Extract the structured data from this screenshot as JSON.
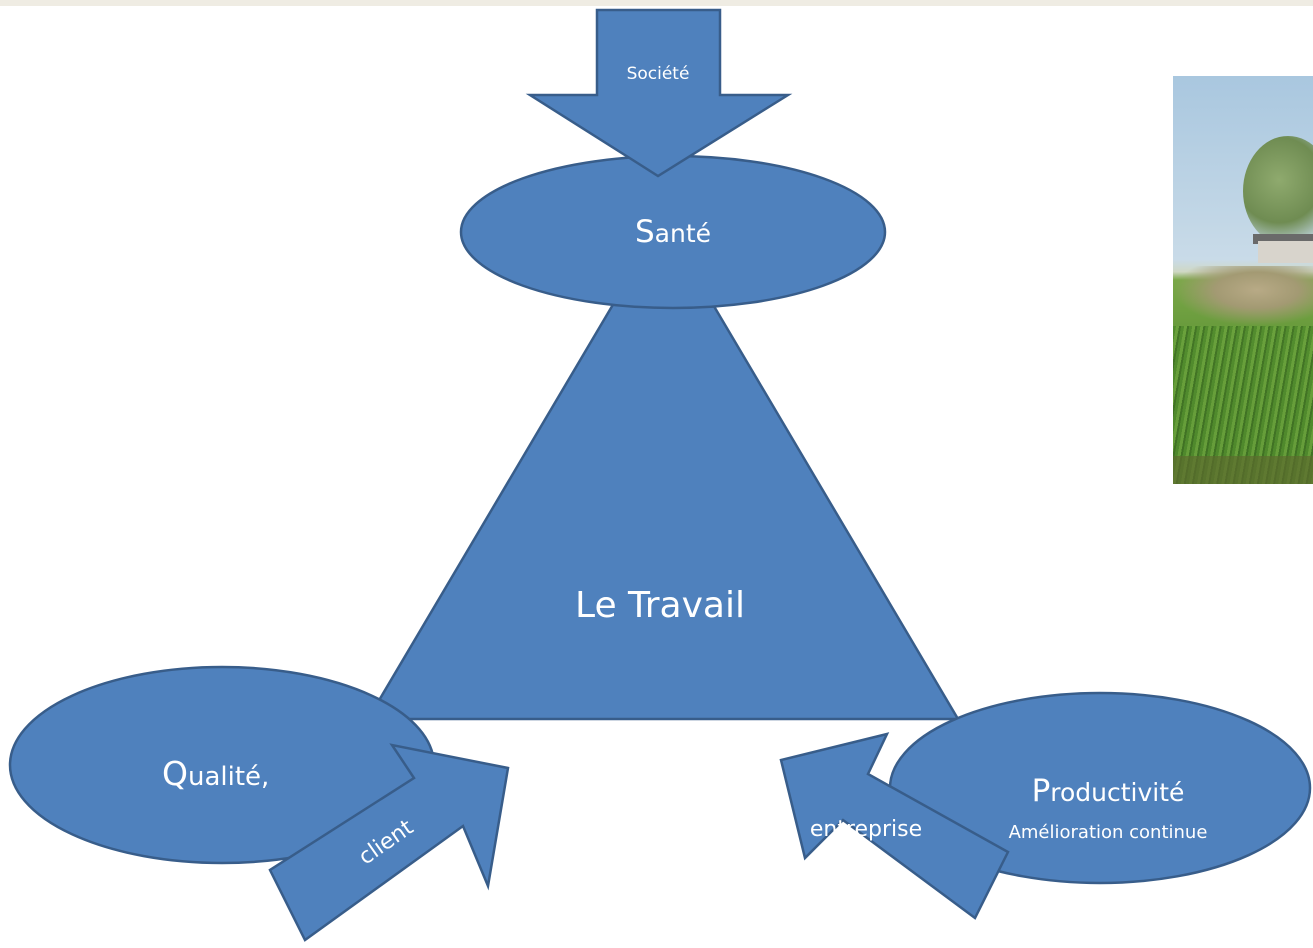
{
  "diagram": {
    "center": {
      "label": "Le Travail"
    },
    "top": {
      "node_cap": "S",
      "node_rest": "anté",
      "arrow_label": "Société"
    },
    "left": {
      "node_cap": "Q",
      "node_rest": "ualité,",
      "arrow_label": "client"
    },
    "right": {
      "node_cap": "P",
      "node_rest": "roductivité",
      "node_sub": "Amélioration continue",
      "arrow_label": "entreprise"
    },
    "colors": {
      "fill": "#4f81bd",
      "stroke": "#385d8a",
      "text": "#ffffff"
    }
  }
}
